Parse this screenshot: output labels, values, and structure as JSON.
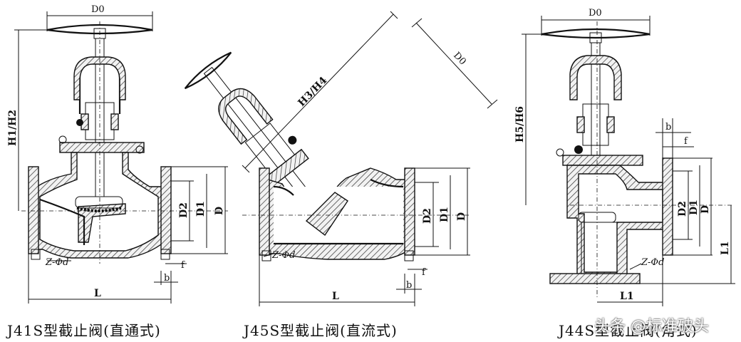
{
  "diagrams": [
    {
      "caption": "J41S型截止阀(直通式)",
      "labels": {
        "top": "D0",
        "height": "H1/H2",
        "d2": "D2",
        "d1": "D1",
        "d": "D",
        "bolt": "Z-Φd",
        "f": "f",
        "b": "b",
        "length": "L"
      }
    },
    {
      "caption": "J45S型截止阀(直流式)",
      "labels": {
        "top": "D0",
        "height": "H3/H4",
        "d2": "D2",
        "d1": "D1",
        "d": "D",
        "bolt": "Z-Φd",
        "f": "f",
        "b": "b",
        "length": "L"
      }
    },
    {
      "caption": "J44S型截止阀(角式)",
      "labels": {
        "top": "D0",
        "height": "H5/H6",
        "d2": "D2",
        "d1": "D1",
        "d": "D",
        "bolt": "Z-Φd",
        "f": "f",
        "b": "b",
        "length_v": "L1",
        "length_h": "L1"
      }
    }
  ],
  "watermark": "头条 @标准破头"
}
